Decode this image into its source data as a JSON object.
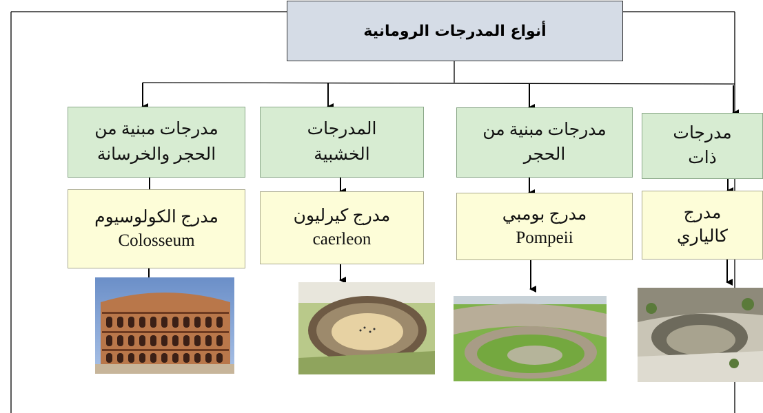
{
  "title": "أنواع المدرجات الرومانية",
  "categories": [
    {
      "line1": "مدرجات مبنية من",
      "line2": "الحجر والخرسانة"
    },
    {
      "line1": "المدرجات",
      "line2": "الخشبية"
    },
    {
      "line1": "مدرجات مبنية من",
      "line2": "الحجر"
    },
    {
      "line1": "مدرجات",
      "line2": "ذات"
    }
  ],
  "examples": [
    {
      "arabic": "مدرج الكولوسيوم",
      "latin": "Colosseum"
    },
    {
      "arabic": "مدرج كيرليون",
      "latin": "caerleon"
    },
    {
      "arabic": "مدرج بومبي",
      "latin": "Pompeii"
    },
    {
      "arabic": "مدرج",
      "latin": "كالياري"
    }
  ],
  "photos": [
    {
      "icon": "colosseum-photo"
    },
    {
      "icon": "caerleon-photo"
    },
    {
      "icon": "pompeii-photo"
    },
    {
      "icon": "cagliari-photo"
    }
  ],
  "colors": {
    "title_fill": "#d5dce6",
    "category_fill": "#d7ecd2",
    "example_fill": "#fdfdd8"
  }
}
